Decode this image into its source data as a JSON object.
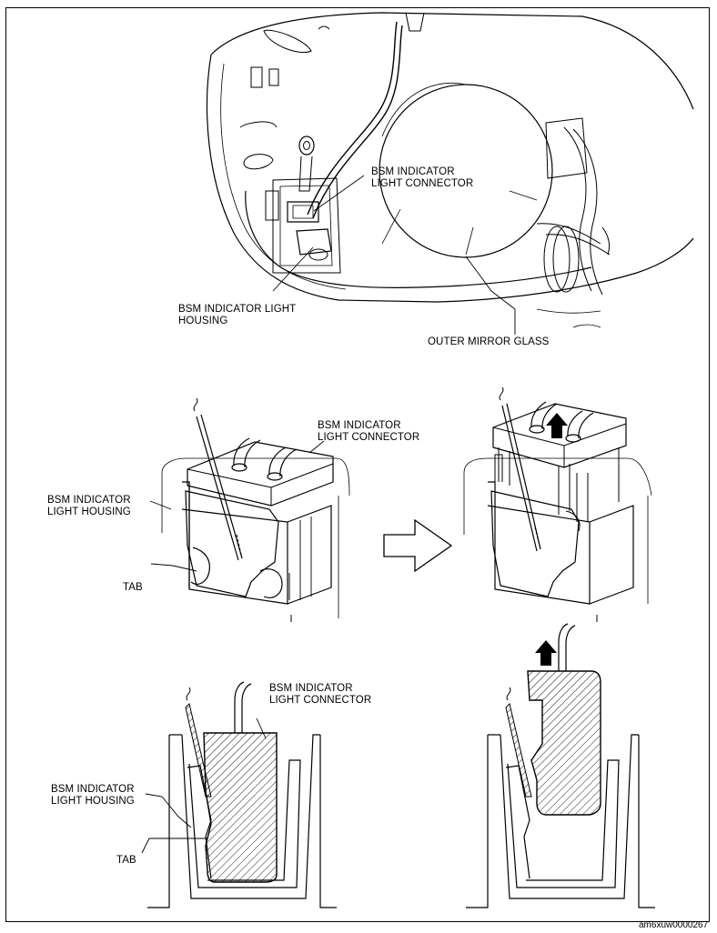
{
  "labels": {
    "p1_connector": "BSM INDICATOR\nLIGHT CONNECTOR",
    "p1_housing": "BSM INDICATOR LIGHT\nHOUSING",
    "p1_glass": "OUTER MIRROR GLASS",
    "p2_connector": "BSM INDICATOR\nLIGHT CONNECTOR",
    "p2_housing": "BSM INDICATOR\nLIGHT HOUSING",
    "p2_tab": "TAB",
    "p3_connector": "BSM INDICATOR\nLIGHT CONNECTOR",
    "p3_housing": "BSM INDICATOR\nLIGHT HOUSING",
    "p3_tab": "TAB"
  },
  "figure_code": "am6xuw0000267"
}
